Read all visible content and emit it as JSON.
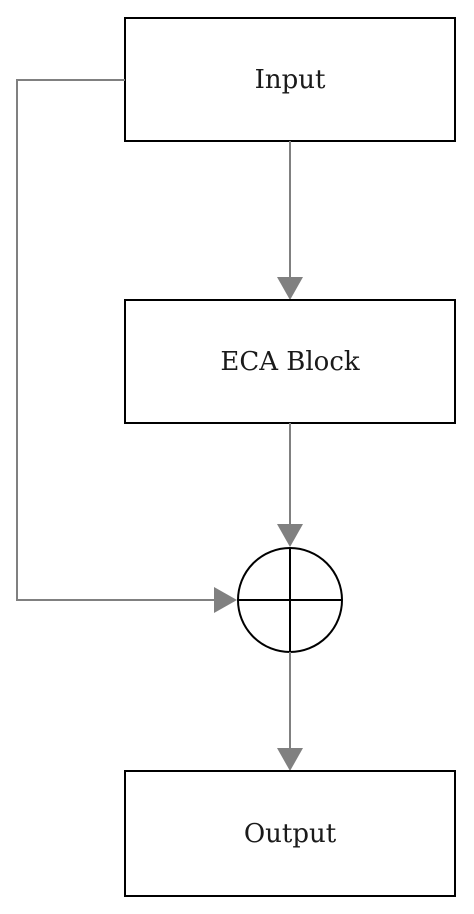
{
  "nodes": {
    "input": {
      "label": "Input"
    },
    "eca_block": {
      "label": "ECA Block"
    },
    "output": {
      "label": "Output"
    }
  },
  "adder": {
    "icon": "circled-plus-icon"
  },
  "colors": {
    "box_stroke": "#000000",
    "arrow": "#808080",
    "text": "#1a1a1a",
    "background": "#ffffff"
  }
}
